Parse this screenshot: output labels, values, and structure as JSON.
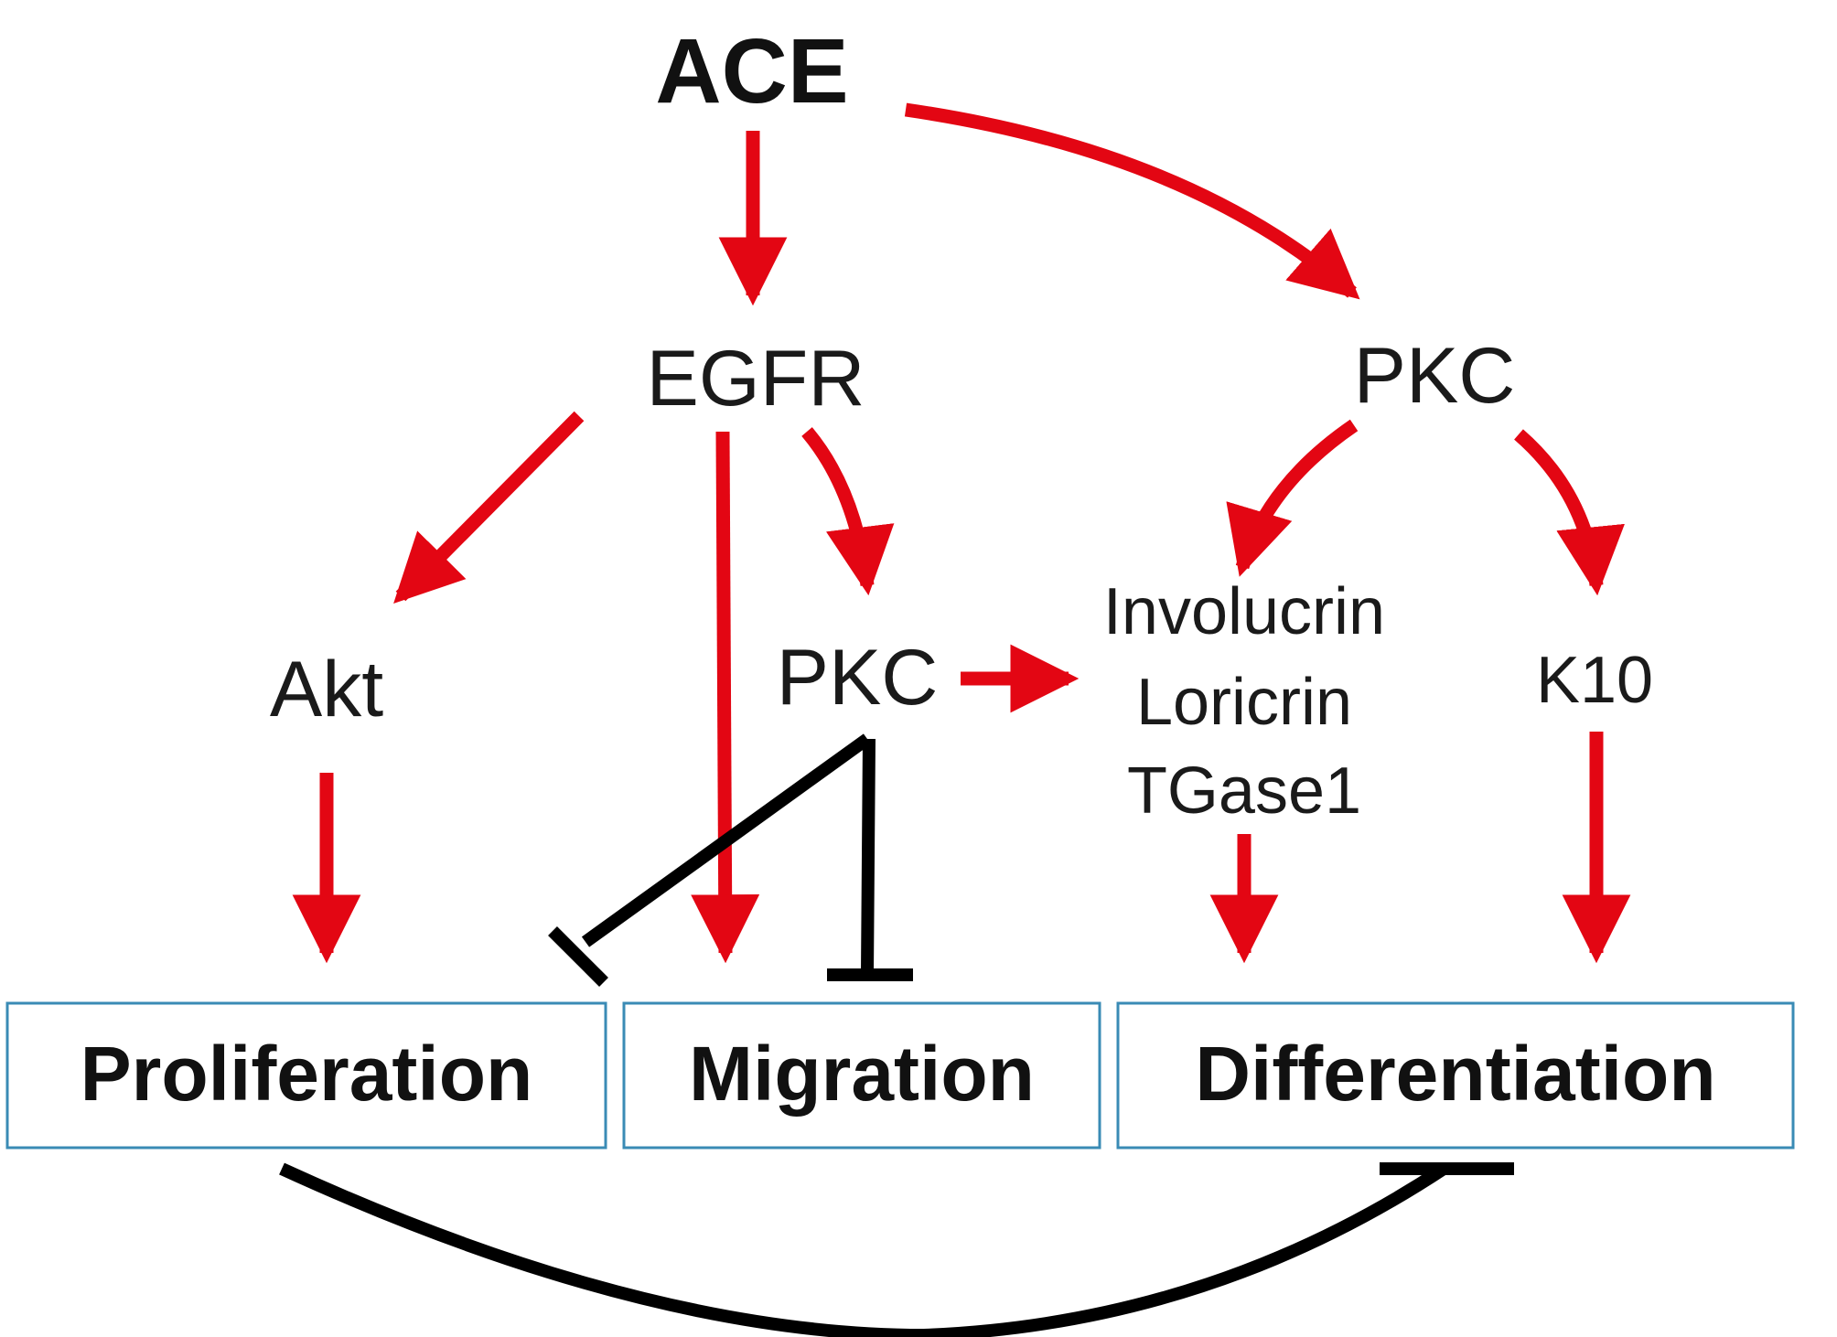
{
  "nodes": {
    "ace": "ACE",
    "egfr": "EGFR",
    "pkc_top": "PKC",
    "akt": "Akt",
    "pkc_mid": "PKC",
    "markers": [
      "Involucrin",
      "Loricrin",
      "TGase1"
    ],
    "k10": "K10"
  },
  "outcomes": {
    "proliferation": "Proliferation",
    "migration": "Migration",
    "differentiation": "Differentiation"
  },
  "colors": {
    "activation_arrow": "#e30613",
    "inhibition_line": "#000000",
    "box_border": "#3a8bb5"
  }
}
